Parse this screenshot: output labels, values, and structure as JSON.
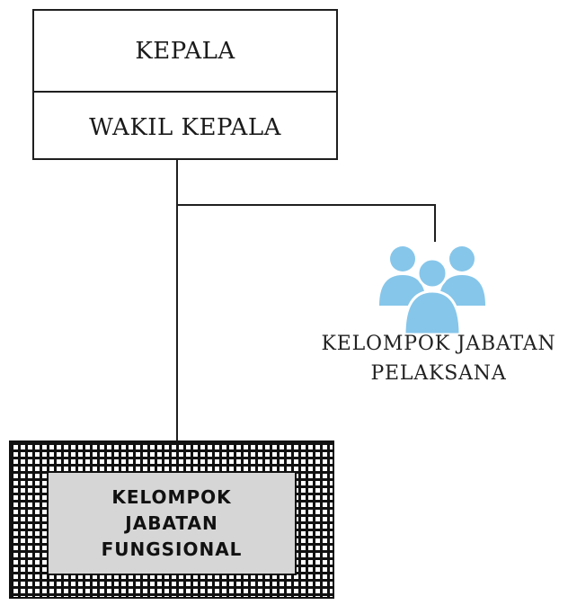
{
  "top_box": {
    "head_label": "KEPALA",
    "deputy_label": "WAKIL KEPALA"
  },
  "pelaksana": {
    "icon": "people-group-icon",
    "icon_color": "#86c6ea",
    "label_lines": [
      "KELOMPOK JABATAN",
      "PELAKSANA"
    ]
  },
  "fungsional": {
    "label_lines": [
      "KELOMPOK",
      "JABATAN",
      "FUNGSIONAL"
    ],
    "fill_color": "#d6d6d6"
  }
}
